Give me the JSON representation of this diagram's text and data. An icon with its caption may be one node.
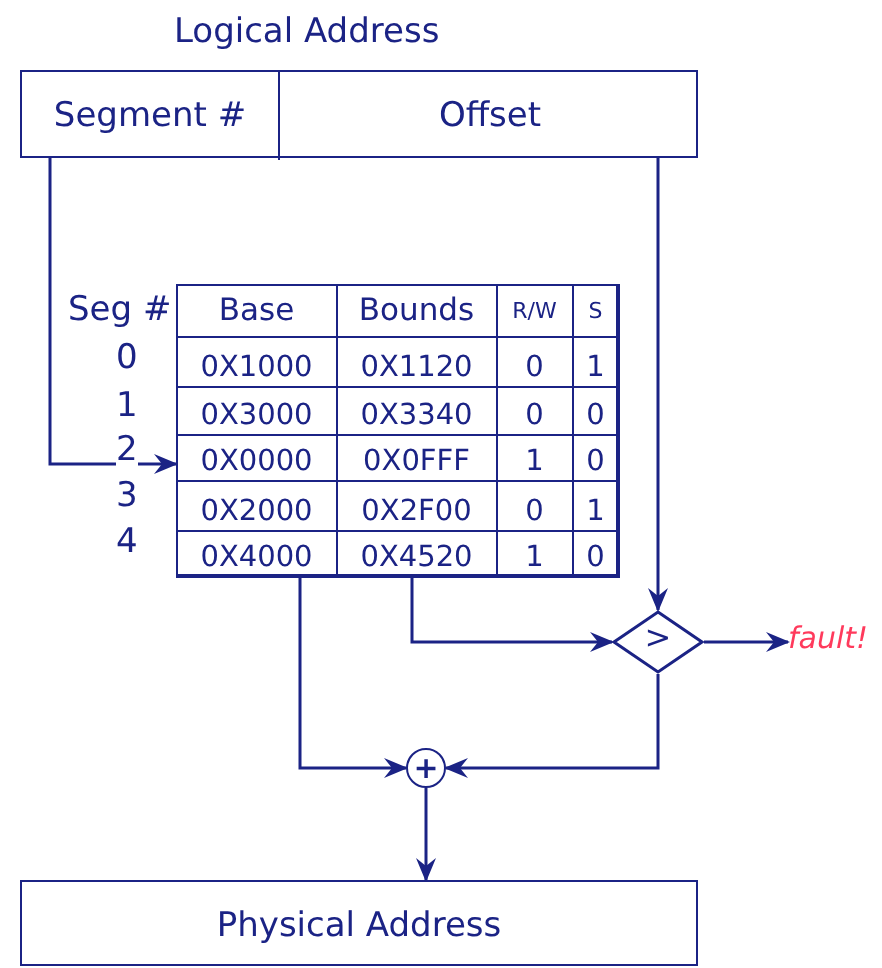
{
  "diagram": {
    "nodes": [
      {
        "text": [
          "Logical Address"
        ]
      },
      {
        "text": [
          "Segment #"
        ],
        "in": 0
      },
      {
        "text": [
          "Offset"
        ],
        "in": 0
      },
      {
        "text": [],
        "shape": "box"
      },
      {
        "text": [
          ">"
        ]
      },
      {
        "text": [
          "+"
        ]
      },
      {
        "text": [
          "fault!"
        ]
      },
      {
        "text": [
          "Physical Address"
        ]
      }
    ],
    "edges": [
      {
        "from": 1,
        "to": 3,
        "arrow": "to"
      },
      {
        "from": 2,
        "to": 4,
        "arrow": "to"
      },
      {
        "from": 3,
        "to": 4,
        "arrow": "to"
      },
      {
        "from": 3,
        "to": 5,
        "arrow": "to"
      },
      {
        "from": 4,
        "to": 6,
        "arrow": "to"
      },
      {
        "from": 4,
        "to": 5,
        "arrow": "to"
      },
      {
        "from": 5,
        "to": 7,
        "arrow": "to"
      }
    ],
    "labels": [
      "Seg #",
      "Base",
      "Bounds",
      "R/W",
      "S",
      "0",
      "0X1000",
      "0X1120",
      "0",
      "1",
      "1",
      "0X3000",
      "0X3340",
      "0",
      "0",
      "2",
      "0X0000",
      "0X0FFF",
      "1",
      "0",
      "3",
      "0X2000",
      "0X2F00",
      "0",
      "1",
      "4",
      "0X4000",
      "0X4520",
      "1",
      "0"
    ]
  }
}
